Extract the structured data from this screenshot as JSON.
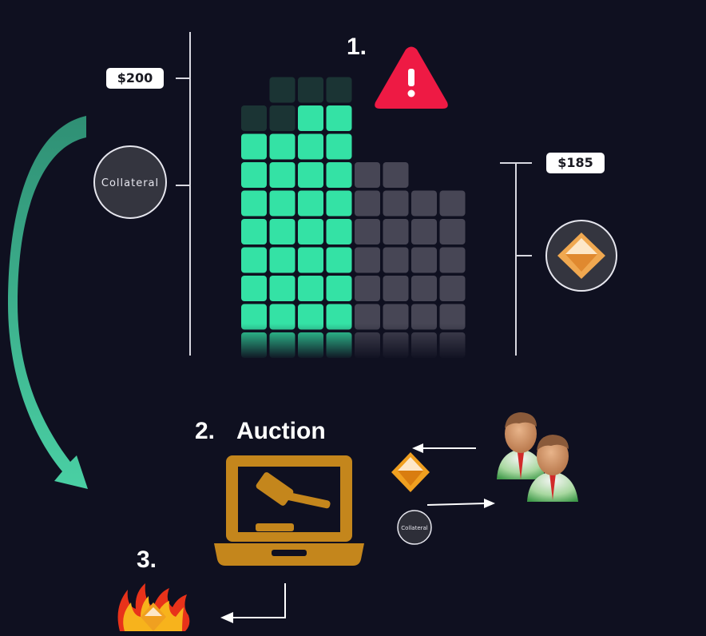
{
  "labels": {
    "collateral_price": "$200",
    "debt_price": "$185",
    "collateral_coin": "Collateral",
    "collateral_coin_small": "Collateral",
    "step1": "1.",
    "step2": "2.",
    "step2_title": "Auction",
    "step3": "3."
  },
  "collateral_stack": {
    "filled_heights": [
      8,
      8,
      9,
      9
    ],
    "empty_heights": [
      1,
      2,
      1,
      1
    ]
  },
  "debt_stack": {
    "heights": [
      7,
      7,
      6,
      6
    ]
  },
  "colors": {
    "background": "#0f1020",
    "collateral_fill": "#34e2a5",
    "collateral_empty": "#1b3434",
    "debt_block": "#474655",
    "warning": "#ee1a44",
    "gavel": "#c4861c",
    "arrow": "#3ec59a",
    "diamond": "#f0a850"
  },
  "icons": {
    "warning": "warning-triangle-icon",
    "dai": "dai-diamond-icon",
    "auction": "laptop-gavel-icon",
    "bidders": "bidders-icon",
    "burn": "fire-icon"
  }
}
